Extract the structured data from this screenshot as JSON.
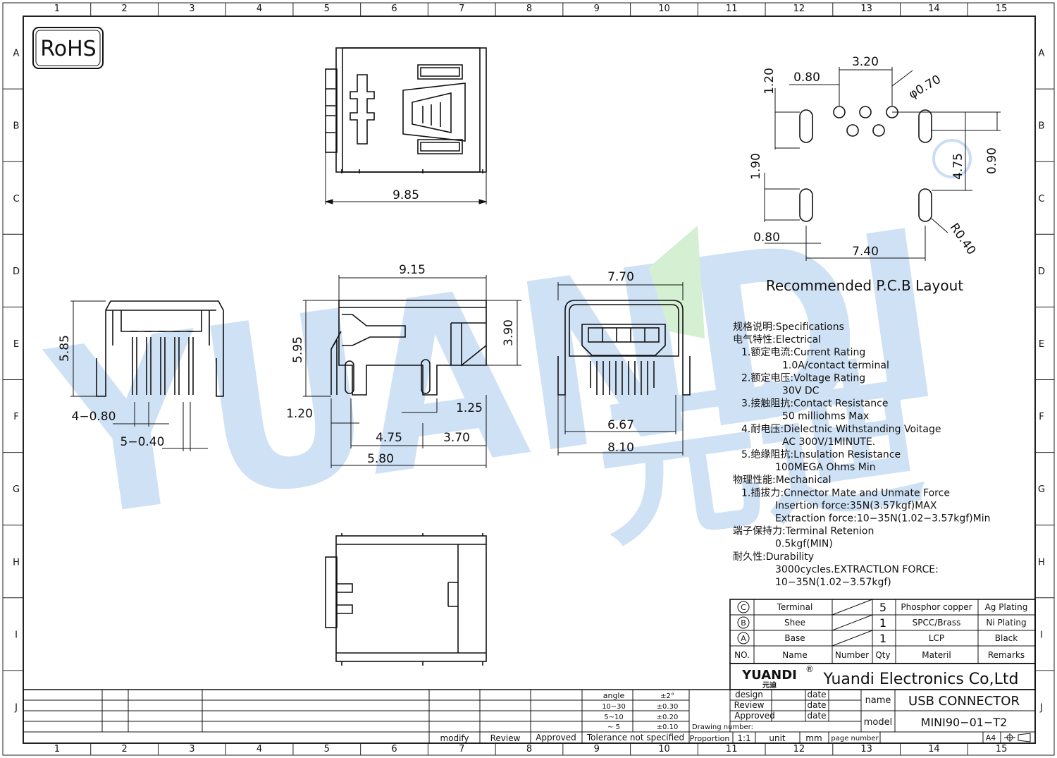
{
  "grid": {
    "columns": [
      "1",
      "2",
      "3",
      "4",
      "5",
      "6",
      "7",
      "8",
      "9",
      "10",
      "11",
      "12",
      "13",
      "14",
      "15"
    ],
    "rows": [
      "A",
      "B",
      "C",
      "D",
      "E",
      "F",
      "G",
      "H",
      "I",
      "J"
    ]
  },
  "rohs": "RoHS",
  "watermark": {
    "text": "YUANDI",
    "cn": "元迪",
    "color": "#c9def4",
    "accent": "#cfeecf"
  },
  "dims": {
    "top_width": "9.85",
    "pcb_320": "3.20",
    "pcb_120": "1.20",
    "pcb_080a": "0.80",
    "pcb_phi": "φ0.70",
    "pcb_190": "1.90",
    "pcb_475": "4.75",
    "pcb_090": "0.90",
    "pcb_080b": "0.80",
    "pcb_740": "7.40",
    "pcb_r040": "R0.40",
    "left_585": "5.85",
    "left_480": "4−0.80",
    "left_540": "5−0.40",
    "side_915": "9.15",
    "side_595": "5.95",
    "side_390": "3.90",
    "side_120": "1.20",
    "side_125": "1.25",
    "side_475": "4.75",
    "side_370": "3.70",
    "side_580": "5.80",
    "front_770": "7.70",
    "front_667": "6.67",
    "front_810": "8.10"
  },
  "pcb_title": "Recommended  P.C.B  Layout",
  "specs": [
    "规格说明:Specifications",
    "电气特性:Electrical",
    "1.额定电流:Current  Rating",
    "1.0A/contact  terminal",
    "2.额定电压:Voltage  Rating",
    "30V  DC",
    "3.接触阻抗:Contact  Resistance",
    "50  milliohms  Max",
    "4.耐电压:Dielectnic  Withstanding  Voitage",
    "AC  300V/1MINUTE.",
    "5.绝缘阻抗:Lnsulation  Resistance",
    "100MEGA  Ohms  Min",
    "物理性能:Mechanical",
    "1.插拔力:Cnnector  Mate  and  Unmate  Force",
    "Insertion  force:35N(3.57kgf)MAX",
    "Extraction  force:10−35N(1.02−3.57kgf)Min",
    "端子保持力:Terminal  Retenion",
    "0.5kgf(MIN)",
    "耐久性:Durability",
    "3000cycles.EXTRACTLON  FORCE:",
    "10−35N(1.02−3.57kgf)"
  ],
  "bom": {
    "rows": [
      {
        "mark": "C",
        "name": "Terminal",
        "qty": "5",
        "material": "Phosphor  copper",
        "remarks": "Ag  Plating"
      },
      {
        "mark": "B",
        "name": "Shee",
        "qty": "1",
        "material": "SPCC/Brass",
        "remarks": "Ni  Plating"
      },
      {
        "mark": "A",
        "name": "Base",
        "qty": "1",
        "material": "LCP",
        "remarks": "Black"
      }
    ],
    "header": {
      "no": "NO.",
      "name": "Name",
      "number": "Number",
      "qty": "Qty",
      "material": "Materil",
      "remarks": "Remarks"
    }
  },
  "title_block": {
    "logo": "YUANDI",
    "logo_cn": "元迪",
    "reg": "®",
    "company": "Yuandi  Electronics  Co,Ltd",
    "design": "design",
    "review": "Review",
    "approved": "Approved",
    "date": "date",
    "name_label": "name",
    "name_value": "USB  CONNECTOR",
    "model_label": "model",
    "model_value": "MINI90−01−T2",
    "drawing_number": "Drawing  number:",
    "proportion": "Proportion",
    "scale": "1:1",
    "unit_label": "unit",
    "unit_value": "mm",
    "page_number": "page  number",
    "sheet": "A4",
    "tol_angle": "angle",
    "tol_angle_v": "±2°",
    "tol_1030": "10~30",
    "tol_1030_v": "±0.30",
    "tol_510": "5~10",
    "tol_510_v": "±0.20",
    "tol_5": "~ 5",
    "tol_5_v": "±0.10",
    "tol_label": "Tolerance  not  specified",
    "modify": "modify",
    "review2": "Review",
    "approved2": "Approved"
  }
}
